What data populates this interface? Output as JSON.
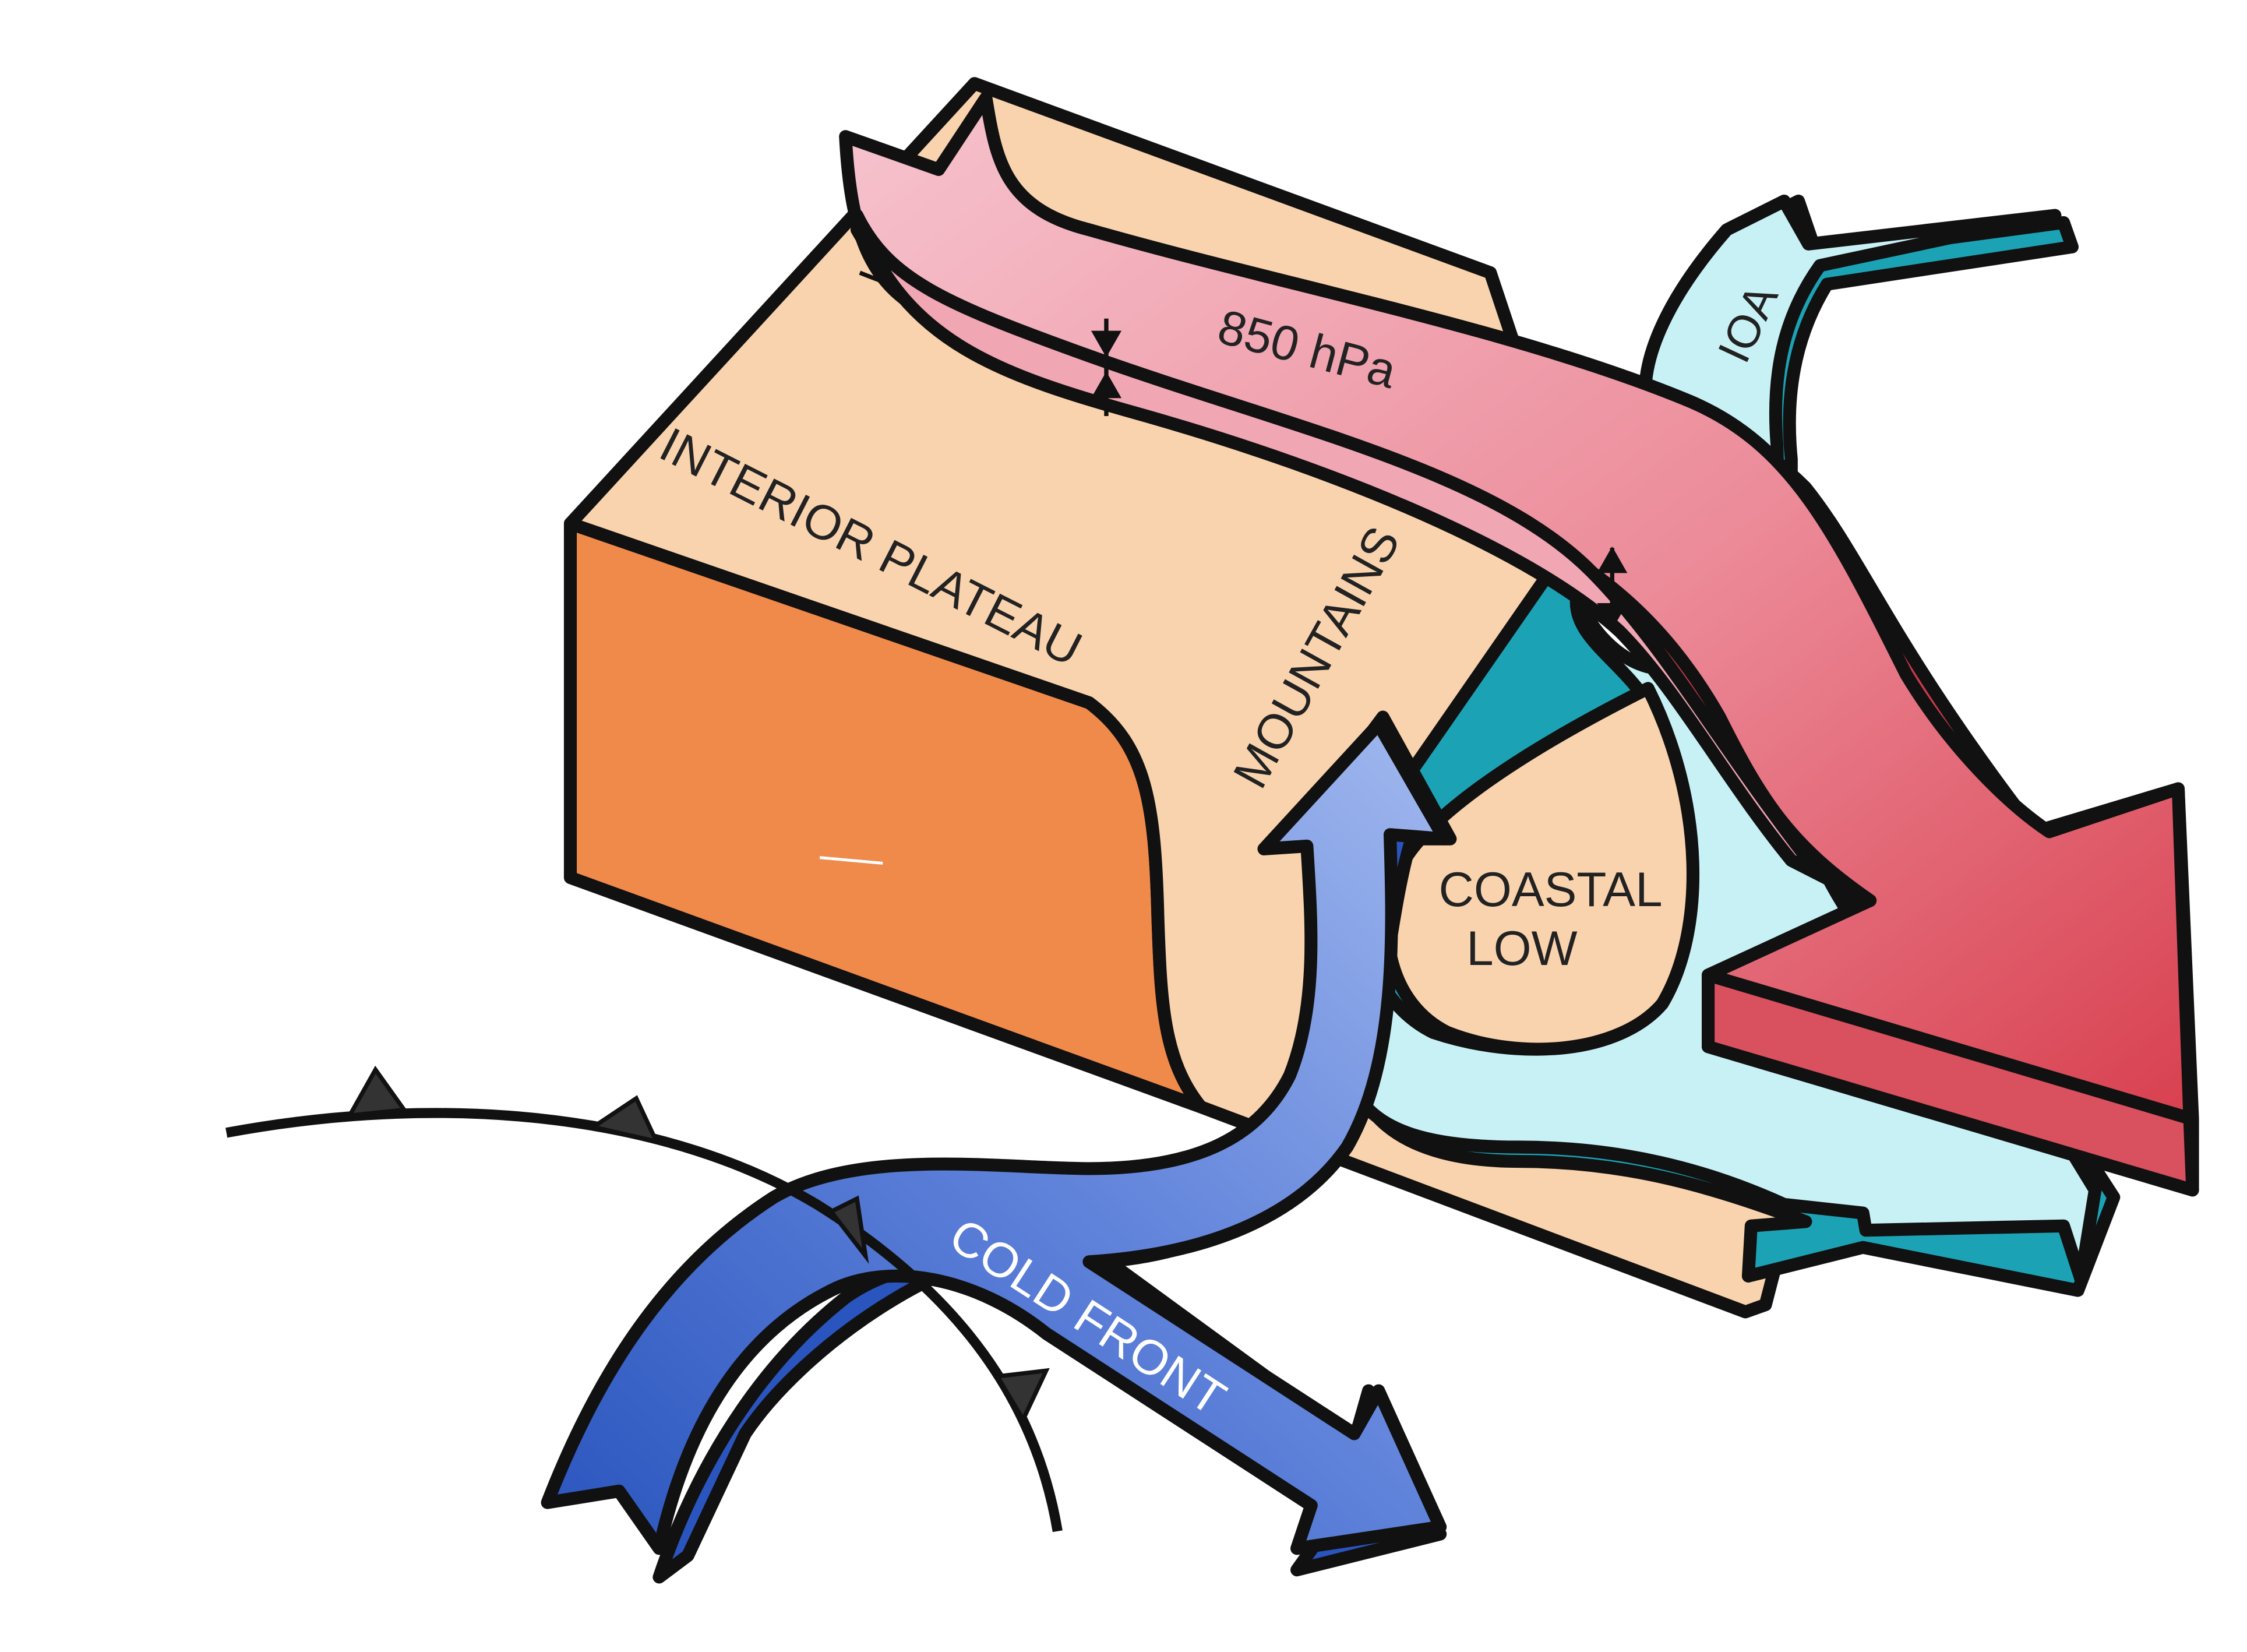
{
  "labels": {
    "hpa": "850 hPa",
    "interior_plateau": "INTERIOR PLATEAU",
    "mountains": "MOUNTAINS",
    "coastal": "COASTAL",
    "low": "LOW",
    "ioa": "IOA",
    "cold_front": "COLD FRONT"
  },
  "colors": {
    "plateau_top": "#f9d3ae",
    "plateau_side": "#f08a4b",
    "warm_flow_light": "#f3b3c2",
    "warm_flow_dark": "#dc4658",
    "cool_flow": "#c8f1f6",
    "cool_flow_edge": "#1ba3b5",
    "cold_flow_light": "#8ca9e8",
    "cold_flow_dark": "#2e5bc2",
    "outline": "#111111"
  }
}
